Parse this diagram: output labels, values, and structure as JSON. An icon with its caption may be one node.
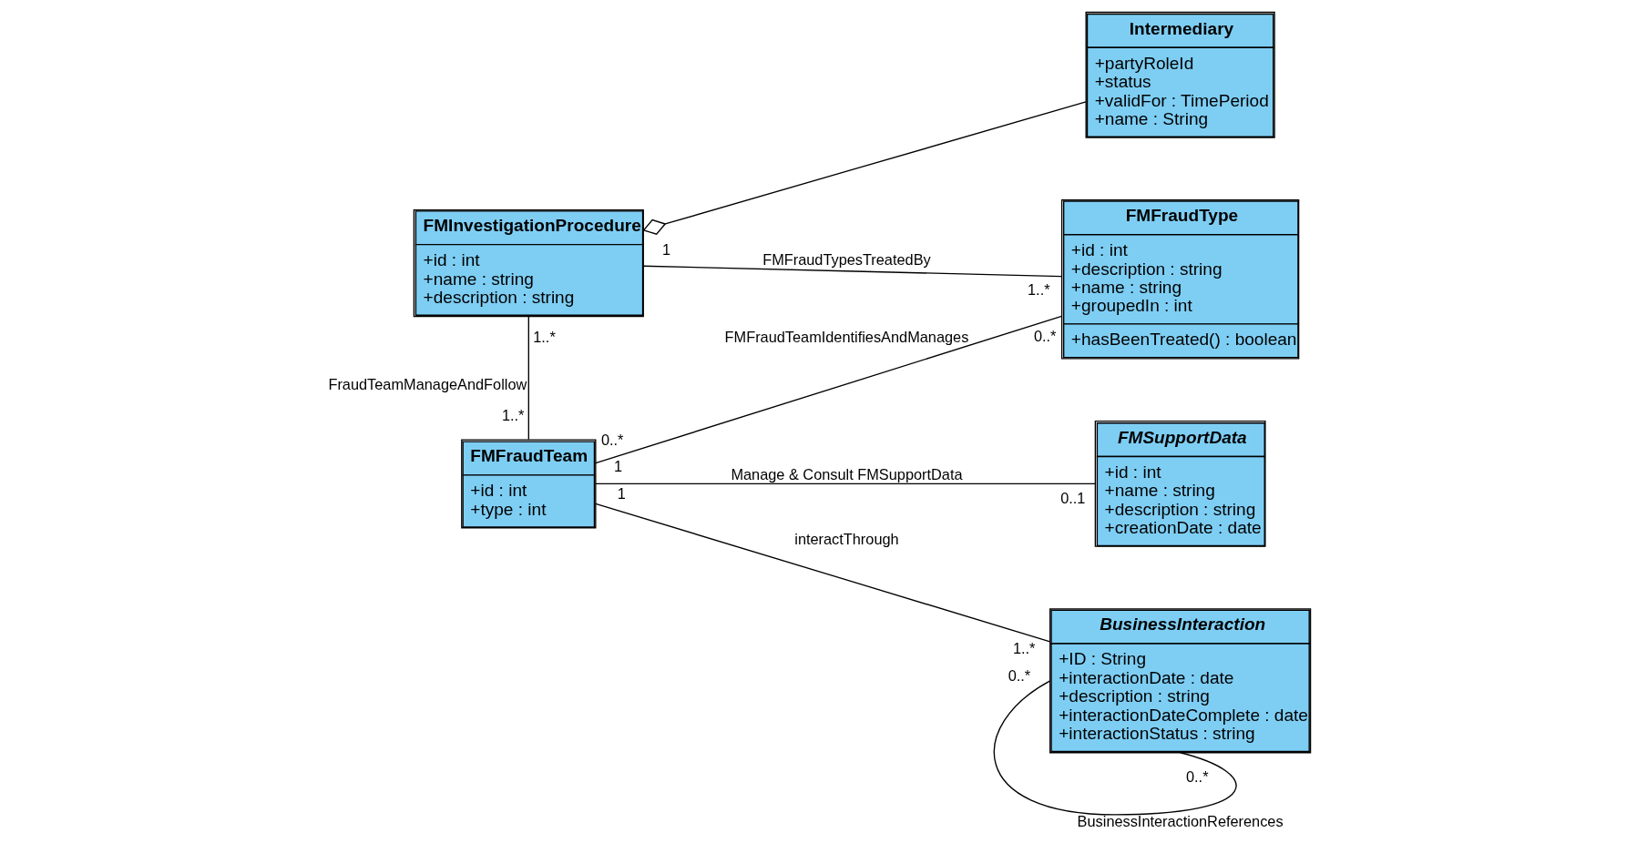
{
  "diagram": {
    "nodes": [
      {
        "text": [
          "FMInvestigationProcedure",
          "+id : int",
          "+name : string",
          "+description : string"
        ],
        "beside": [
          "1",
          "1..*"
        ]
      },
      {
        "text": [
          "Intermediary",
          "+partyRoleId",
          "+status",
          "+validFor : TimePeriod",
          "+name : String"
        ]
      },
      {
        "text": [
          "FMFraudType",
          "+id : int",
          "+description : string",
          "+name : string",
          "+groupedIn : int",
          "+hasBeenTreated() : boolean"
        ],
        "beside": [
          "1..*",
          "0..*"
        ]
      },
      {
        "text": [
          "FMFraudTeam",
          "+id : int",
          "+type : int"
        ],
        "beside": [
          "1..*",
          "0..*",
          "1",
          "1"
        ]
      },
      {
        "text": [
          "FMSupportData",
          "+id : int",
          "+name : string",
          "+description : string",
          "+creationDate : date"
        ],
        "beside": [
          "0..1"
        ]
      },
      {
        "text": [
          "BusinessInteraction",
          "+ID : String",
          "+interactionDate : date",
          "+description : string",
          "+interactionDateComplete : date",
          "+interactionStatus : string"
        ],
        "beside": [
          "1..*",
          "0..*",
          "0..*"
        ]
      }
    ],
    "edges": [
      {
        "from": 0,
        "to": 1,
        "arrow": "other"
      },
      {
        "from": 0,
        "to": 2,
        "arrow": "none",
        "label": "FMFraudTypesTreatedBy"
      },
      {
        "from": 0,
        "to": 3,
        "arrow": "none",
        "label": "FraudTeamManageAndFollow"
      },
      {
        "from": 3,
        "to": 2,
        "arrow": "none",
        "label": "FMFraudTeamIdentifiesAndManages"
      },
      {
        "from": 3,
        "to": 4,
        "arrow": "none",
        "label": "Manage & Consult FMSupportData"
      },
      {
        "from": 3,
        "to": 5,
        "arrow": "none",
        "label": "interactThrough"
      },
      {
        "from": 5,
        "to": 5,
        "arrow": "none",
        "label": "BusinessInteractionReferences"
      }
    ]
  }
}
